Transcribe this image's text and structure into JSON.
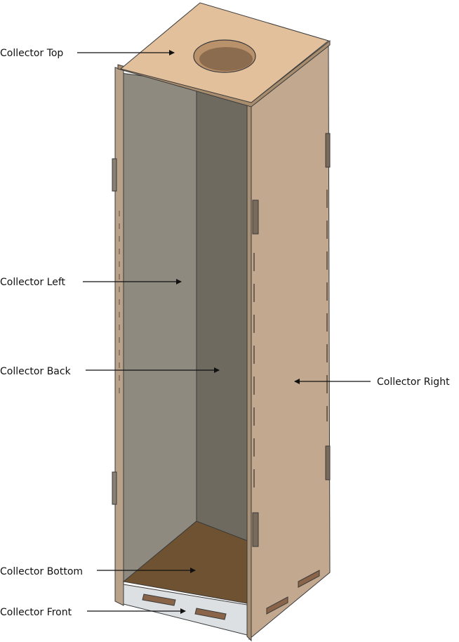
{
  "diagram": {
    "labels": {
      "top": "Collector Top",
      "left": "Collector Left",
      "back": "Collector Back",
      "right": "Collector Right",
      "bottom": "Collector Bottom",
      "front": "Collector Front"
    },
    "colors": {
      "top_panel": "#e3c09c",
      "right_panel": "#c2a88e",
      "left_panel": "#8e8a80",
      "back_panel": "#6e6a5f",
      "bottom_panel": "#6e5232",
      "front_panel": "#dde0e2",
      "outline": "#3a3a3a",
      "tab": "#8a6448"
    }
  }
}
